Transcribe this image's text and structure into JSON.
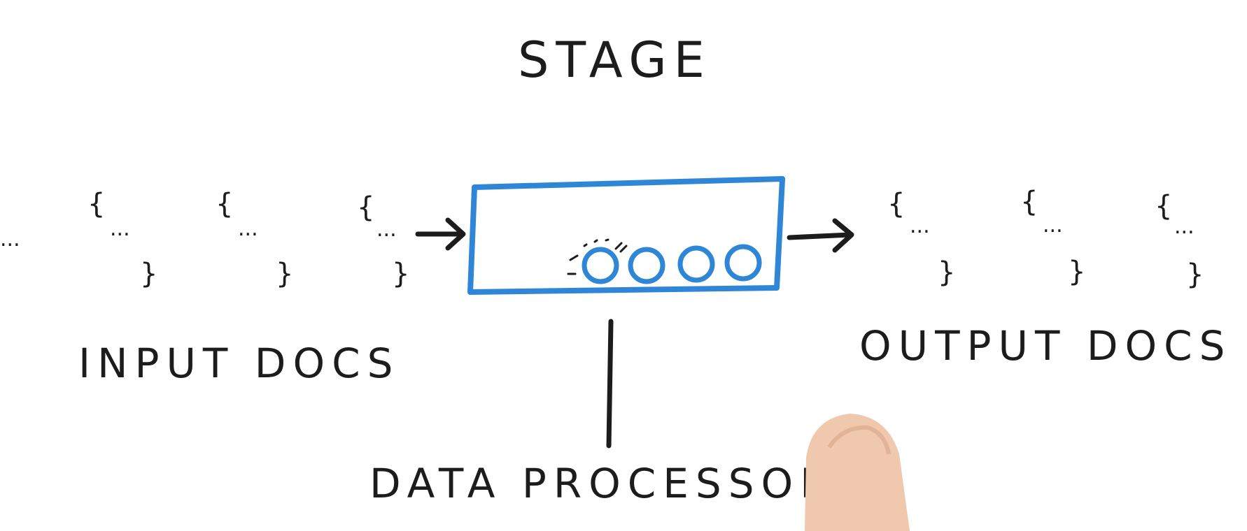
{
  "diagram": {
    "title": "STAGE",
    "input_label": "INPUT DOCS",
    "output_label": "OUTPUT DOCS",
    "processor_label": "DATA PROCESSOR",
    "leading_ellipsis": "...",
    "doc_glyph_open": "{",
    "doc_glyph_close": "}",
    "doc_ellipsis": "...",
    "input_doc_count": 3,
    "output_doc_count": 3,
    "processor_circle_count": 4,
    "accent_color": "#2f86d6",
    "ink_color": "#1c1c1c"
  }
}
